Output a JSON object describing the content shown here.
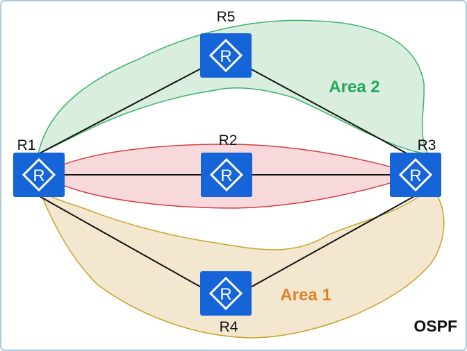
{
  "title": "OSPF",
  "routers": [
    {
      "id": "r1",
      "label": "R1"
    },
    {
      "id": "r2",
      "label": "R2"
    },
    {
      "id": "r3",
      "label": "R3"
    },
    {
      "id": "r4",
      "label": "R4"
    },
    {
      "id": "r5",
      "label": "R5"
    }
  ],
  "areas": [
    {
      "id": "area2",
      "label": "Area 2",
      "color": "#22a85a"
    },
    {
      "id": "area1",
      "label": "Area 1",
      "color": "#e0822a"
    }
  ],
  "links": [
    [
      "R1",
      "R5"
    ],
    [
      "R5",
      "R3"
    ],
    [
      "R1",
      "R2"
    ],
    [
      "R2",
      "R3"
    ],
    [
      "R1",
      "R4"
    ],
    [
      "R4",
      "R3"
    ]
  ],
  "colors": {
    "router_fill": "#1565d8",
    "router_icon": "#ffffff",
    "border": "#a9c8dc",
    "area2_fill": "#d9eedf",
    "area2_stroke": "#3cb46a",
    "area0_fill": "#f7d9dc",
    "area0_stroke": "#d93c3c",
    "area1_fill": "#f3e7d0",
    "area1_stroke": "#c9a227"
  }
}
